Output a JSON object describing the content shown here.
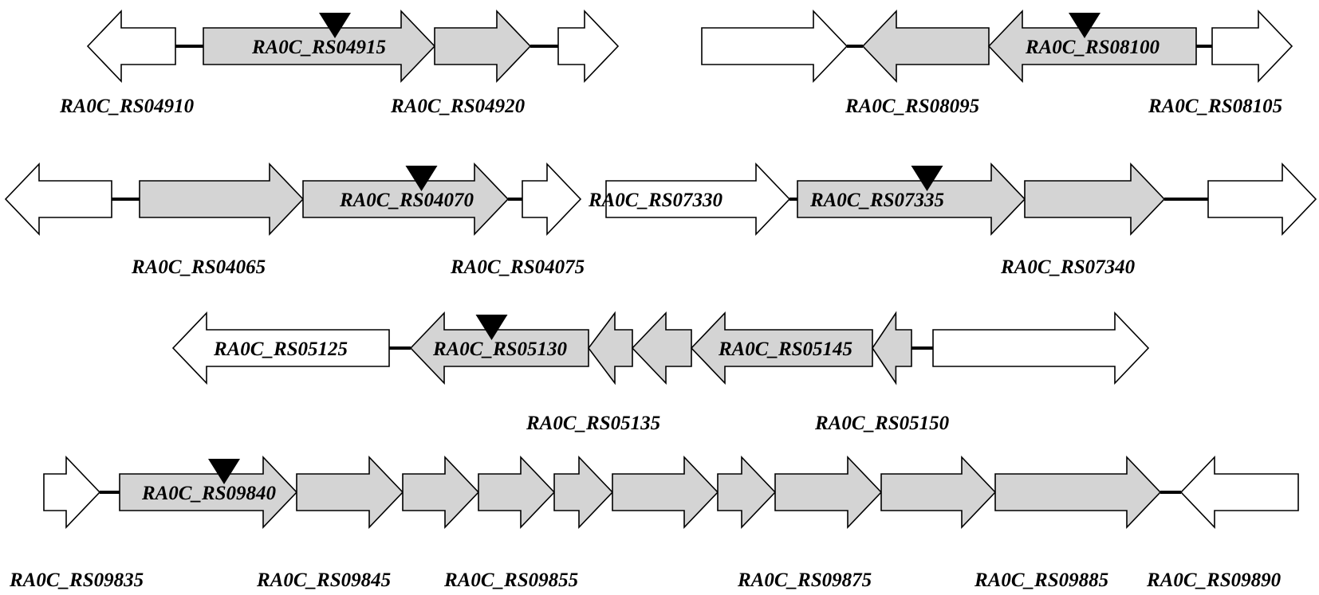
{
  "colors": {
    "highlight": "#d4d4d4",
    "plain": "#ffffff",
    "outline": "#000000",
    "marker": "#000000"
  },
  "clusters": [
    {
      "id": "cluster-rs04915",
      "genes": [
        {
          "name": "RA0C_RS04910",
          "dir": "left",
          "fill": "plain"
        },
        {
          "name": "RA0C_RS04915",
          "dir": "right",
          "fill": "highlight",
          "marker": true
        },
        {
          "name": "RA0C_RS04920",
          "dir": "right",
          "fill": "highlight"
        },
        {
          "name": "",
          "dir": "right",
          "fill": "plain"
        }
      ]
    },
    {
      "id": "cluster-rs08100",
      "genes": [
        {
          "name": "",
          "dir": "right",
          "fill": "plain"
        },
        {
          "name": "RA0C_RS08095",
          "dir": "left",
          "fill": "highlight"
        },
        {
          "name": "RA0C_RS08100",
          "dir": "left",
          "fill": "highlight",
          "marker": true
        },
        {
          "name": "RA0C_RS08105",
          "dir": "right",
          "fill": "plain"
        }
      ]
    },
    {
      "id": "cluster-rs04070",
      "genes": [
        {
          "name": "",
          "dir": "left",
          "fill": "plain"
        },
        {
          "name": "RA0C_RS04065",
          "dir": "right",
          "fill": "highlight"
        },
        {
          "name": "RA0C_RS04070",
          "dir": "right",
          "fill": "highlight",
          "marker": true
        },
        {
          "name": "RA0C_RS04075",
          "dir": "right",
          "fill": "plain"
        }
      ]
    },
    {
      "id": "cluster-rs07335",
      "genes": [
        {
          "name": "RA0C_RS07330",
          "dir": "right",
          "fill": "plain"
        },
        {
          "name": "RA0C_RS07335",
          "dir": "right",
          "fill": "highlight",
          "marker": true
        },
        {
          "name": "RA0C_RS07340",
          "dir": "right",
          "fill": "highlight"
        },
        {
          "name": "",
          "dir": "right",
          "fill": "plain"
        }
      ]
    },
    {
      "id": "cluster-rs05130",
      "genes": [
        {
          "name": "RA0C_RS05125",
          "dir": "left",
          "fill": "plain"
        },
        {
          "name": "RA0C_RS05130",
          "dir": "left",
          "fill": "highlight",
          "marker": true
        },
        {
          "name": "RA0C_RS05135",
          "dir": "left",
          "fill": "highlight"
        },
        {
          "name": "",
          "dir": "left",
          "fill": "highlight"
        },
        {
          "name": "RA0C_RS05145",
          "dir": "left",
          "fill": "highlight"
        },
        {
          "name": "RA0C_RS05150",
          "dir": "left",
          "fill": "highlight"
        },
        {
          "name": "",
          "dir": "right",
          "fill": "plain"
        }
      ]
    },
    {
      "id": "cluster-rs09840",
      "genes": [
        {
          "name": "RA0C_RS09835",
          "dir": "right",
          "fill": "plain"
        },
        {
          "name": "RA0C_RS09840",
          "dir": "right",
          "fill": "highlight",
          "marker": true
        },
        {
          "name": "RA0C_RS09845",
          "dir": "right",
          "fill": "highlight"
        },
        {
          "name": "",
          "dir": "right",
          "fill": "highlight"
        },
        {
          "name": "RA0C_RS09855",
          "dir": "right",
          "fill": "highlight"
        },
        {
          "name": "",
          "dir": "right",
          "fill": "highlight"
        },
        {
          "name": "",
          "dir": "right",
          "fill": "highlight"
        },
        {
          "name": "",
          "dir": "right",
          "fill": "highlight"
        },
        {
          "name": "RA0C_RS09875",
          "dir": "right",
          "fill": "highlight"
        },
        {
          "name": "",
          "dir": "right",
          "fill": "highlight"
        },
        {
          "name": "RA0C_RS09885",
          "dir": "right",
          "fill": "highlight"
        },
        {
          "name": "RA0C_RS09890",
          "dir": "left",
          "fill": "plain"
        }
      ]
    }
  ]
}
